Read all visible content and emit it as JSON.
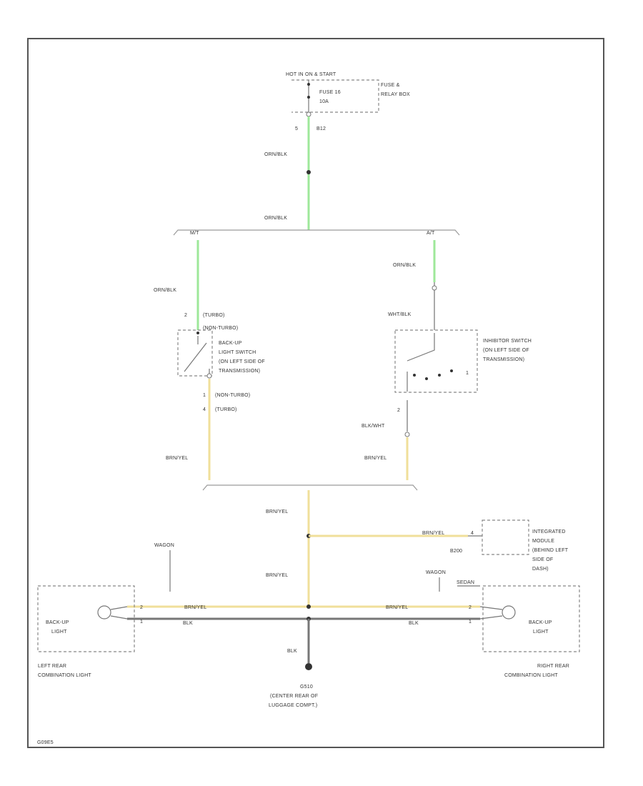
{
  "labels": {
    "hot": "HOT IN ON & START",
    "fuse_box": [
      "FUSE &",
      "RELAY BOX"
    ],
    "fuse": [
      "FUSE 16",
      "10A"
    ],
    "pin_c_top": "5",
    "conn_b12": "B12",
    "w_org_blk_1": "ORN/BLK",
    "w_org_blk_2": "ORN/BLK",
    "mt": "M/T",
    "at": "A/T",
    "w_org_blk_left": "ORN/BLK",
    "w_org_blk_right": "ORN/BLK",
    "pin_2_left": "2",
    "turbo": "(TURBO)",
    "non_turbo": "(NON-TURBO)",
    "backup_switch": [
      "BACK-UP",
      "LIGHT SWITCH",
      "(ON LEFT SIDE OF",
      "TRANSMISSION)"
    ],
    "pin_1_left": "1",
    "non_turbo_2": "(NON-TURBO)",
    "pin_4_left": "4",
    "turbo_2": "(TURBO)",
    "w_brn_yel_left": "BRN/YEL",
    "w_wht_blk": "WHT/BLK",
    "inhibitor": [
      "INHIBITOR SWITCH",
      "(ON LEFT SIDE OF",
      "TRANSMISSION)"
    ],
    "pin_1_right": "1",
    "pin_2_right": "2",
    "w_blk_wht": "BLK/WHT",
    "w_brn_yel_right": "BRN/YEL",
    "w_brn_yel_mid1": "BRN/YEL",
    "w_brn_yel_mid2": "BRN/YEL",
    "w_brn_yel_h": "BRN/YEL",
    "module": [
      "INTEGRATED",
      "MODULE",
      "(BEHIND LEFT",
      "SIDE OF",
      "DASH)"
    ],
    "module_pin": "4",
    "conn_b200": "B200",
    "wagon_left": "WAGON",
    "wagon_right": "WAGON",
    "sedan": "SEDAN",
    "w_brn_yel_ll": "BRN/YEL",
    "w_brn_yel_rl": "BRN/YEL",
    "w_blk_l": "BLK",
    "w_blk_r": "BLK",
    "w_blk_v": "BLK",
    "backup_light_left": [
      "BACK-UP",
      "LIGHT"
    ],
    "backup_light_right": [
      "BACK-UP",
      "LIGHT"
    ],
    "left_rear": [
      "LEFT REAR",
      "COMBINATION LIGHT"
    ],
    "right_rear": [
      "RIGHT REAR",
      "COMBINATION LIGHT"
    ],
    "ground": [
      "G510",
      "(CENTER REAR OF",
      "LUGGAGE COMPT.)"
    ],
    "pin_a_l": "2",
    "pin_b_l": "1",
    "pin_a_r": "2",
    "pin_b_r": "1",
    "fig_id": "G09E5"
  },
  "colors": {
    "orn_blk_wire": "#9ee89a",
    "brn_yel_wire": "#f0df9a",
    "blk_wire": "#777777",
    "frame": "#555555"
  }
}
